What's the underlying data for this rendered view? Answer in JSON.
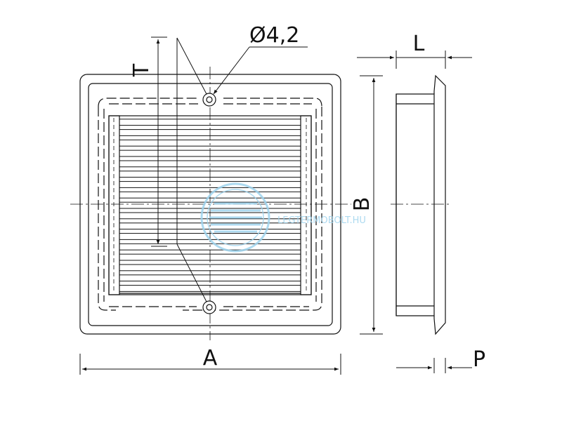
{
  "labels": {
    "hole": "Ø4,2",
    "T": "T",
    "L": "L",
    "B": "B",
    "A": "A",
    "P": "P"
  },
  "watermark": {
    "text": "LEGTERMOBOLT.HU"
  },
  "colors": {
    "line": "#111111",
    "watermark": "#9fd4ee"
  }
}
